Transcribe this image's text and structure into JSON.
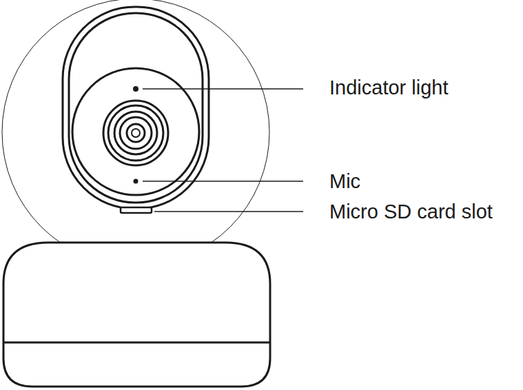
{
  "diagram": {
    "labels": [
      "Indicator light",
      "Mic",
      "Micro SD card slot"
    ]
  }
}
